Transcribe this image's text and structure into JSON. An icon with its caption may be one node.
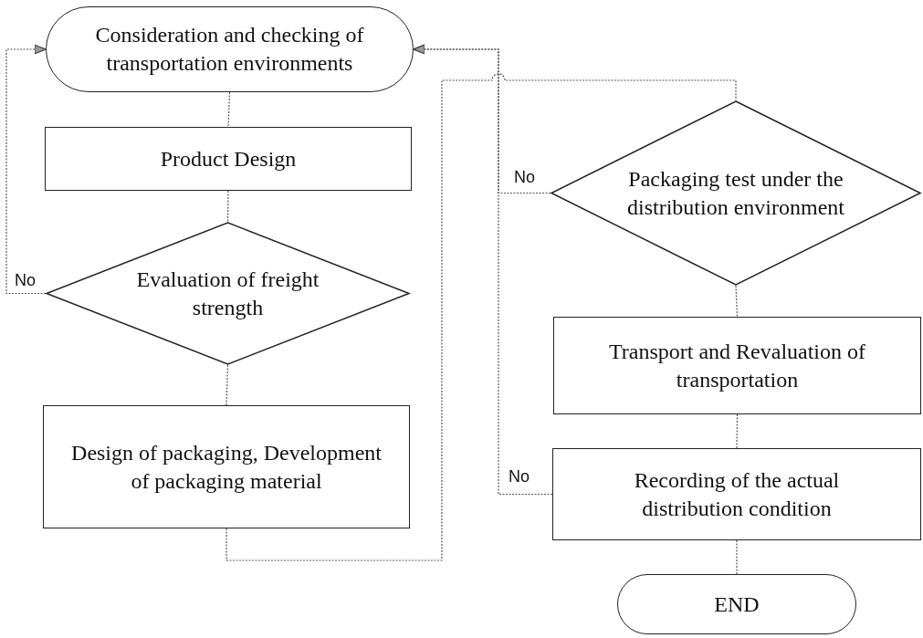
{
  "diagram": {
    "nodes": [
      {
        "text": [
          "Consideration and checking of transportation environments"
        ]
      },
      {
        "text": [
          "Product Design"
        ]
      },
      {
        "text": [
          "Evaluation of freight strength"
        ]
      },
      {
        "text": [
          "Design of packaging, Development of packaging material"
        ]
      },
      {
        "text": [
          "Packaging test under the distribution environment"
        ]
      },
      {
        "text": [
          "Transport and Revaluation of transportation"
        ]
      },
      {
        "text": [
          "Recording of the actual distribution condition"
        ]
      },
      {
        "text": [
          "END"
        ]
      }
    ],
    "edges": [
      {
        "from": 0,
        "to": 1,
        "arrow": "none"
      },
      {
        "from": 1,
        "to": 2,
        "arrow": "none"
      },
      {
        "from": 2,
        "to": 0,
        "arrow": "to",
        "label": "No"
      },
      {
        "from": 2,
        "to": 3,
        "arrow": "none"
      },
      {
        "from": 3,
        "to": 4,
        "arrow": "none"
      },
      {
        "from": 4,
        "to": 0,
        "arrow": "to",
        "label": "No"
      },
      {
        "from": 4,
        "to": 5,
        "arrow": "none"
      },
      {
        "from": 5,
        "to": 6,
        "arrow": "none"
      },
      {
        "from": 6,
        "to": 0,
        "arrow": "to",
        "label": "No"
      },
      {
        "from": 6,
        "to": 7,
        "arrow": "none"
      }
    ]
  }
}
